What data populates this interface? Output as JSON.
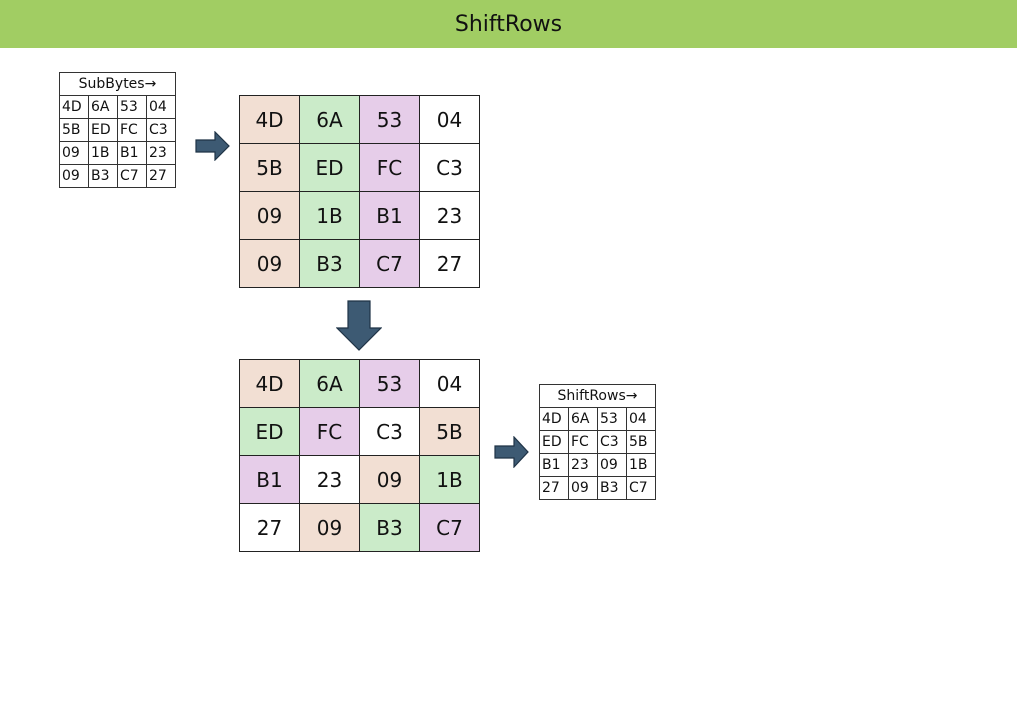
{
  "title": "ShiftRows",
  "colors": {
    "title_bar": "#a1cd63",
    "col0": "#f2dfd3",
    "col1": "#cbebc9",
    "col2": "#e6cde9",
    "col3": "#ffffff",
    "arrow_fill": "#3d5a73",
    "arrow_stroke": "#1f3346"
  },
  "subbytes_table": {
    "header": "SubBytes→",
    "rows": [
      [
        "4D",
        "6A",
        "53",
        "04"
      ],
      [
        "5B",
        "ED",
        "FC",
        "C3"
      ],
      [
        "09",
        "1B",
        "B1",
        "23"
      ],
      [
        "09",
        "B3",
        "C7",
        "27"
      ]
    ]
  },
  "grid_before": {
    "rows": [
      [
        {
          "v": "4D",
          "c": "col0"
        },
        {
          "v": "6A",
          "c": "col1"
        },
        {
          "v": "53",
          "c": "col2"
        },
        {
          "v": "04",
          "c": "col3"
        }
      ],
      [
        {
          "v": "5B",
          "c": "col0"
        },
        {
          "v": "ED",
          "c": "col1"
        },
        {
          "v": "FC",
          "c": "col2"
        },
        {
          "v": "C3",
          "c": "col3"
        }
      ],
      [
        {
          "v": "09",
          "c": "col0"
        },
        {
          "v": "1B",
          "c": "col1"
        },
        {
          "v": "B1",
          "c": "col2"
        },
        {
          "v": "23",
          "c": "col3"
        }
      ],
      [
        {
          "v": "09",
          "c": "col0"
        },
        {
          "v": "B3",
          "c": "col1"
        },
        {
          "v": "C7",
          "c": "col2"
        },
        {
          "v": "27",
          "c": "col3"
        }
      ]
    ]
  },
  "grid_after": {
    "rows": [
      [
        {
          "v": "4D",
          "c": "col0"
        },
        {
          "v": "6A",
          "c": "col1"
        },
        {
          "v": "53",
          "c": "col2"
        },
        {
          "v": "04",
          "c": "col3"
        }
      ],
      [
        {
          "v": "ED",
          "c": "col1"
        },
        {
          "v": "FC",
          "c": "col2"
        },
        {
          "v": "C3",
          "c": "col3"
        },
        {
          "v": "5B",
          "c": "col0"
        }
      ],
      [
        {
          "v": "B1",
          "c": "col2"
        },
        {
          "v": "23",
          "c": "col3"
        },
        {
          "v": "09",
          "c": "col0"
        },
        {
          "v": "1B",
          "c": "col1"
        }
      ],
      [
        {
          "v": "27",
          "c": "col3"
        },
        {
          "v": "09",
          "c": "col0"
        },
        {
          "v": "B3",
          "c": "col1"
        },
        {
          "v": "C7",
          "c": "col2"
        }
      ]
    ]
  },
  "shiftrows_table": {
    "header": "ShiftRows→",
    "rows": [
      [
        "4D",
        "6A",
        "53",
        "04"
      ],
      [
        "ED",
        "FC",
        "C3",
        "5B"
      ],
      [
        "B1",
        "23",
        "09",
        "1B"
      ],
      [
        "27",
        "09",
        "B3",
        "C7"
      ]
    ]
  },
  "arrows": [
    {
      "name": "arrow-right-icon",
      "direction": "right"
    },
    {
      "name": "arrow-down-icon",
      "direction": "down"
    },
    {
      "name": "arrow-right-icon",
      "direction": "right"
    }
  ]
}
